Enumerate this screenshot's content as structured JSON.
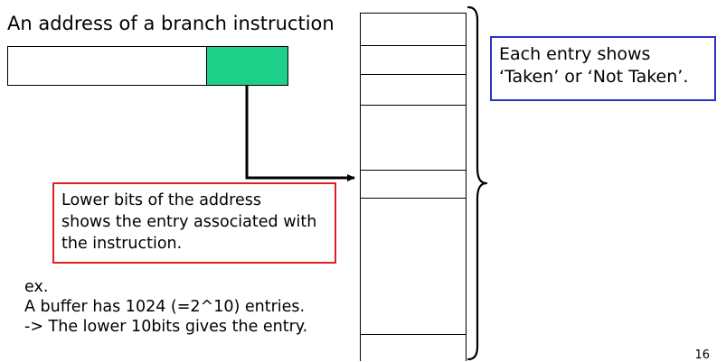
{
  "title": "An address of a branch instruction",
  "buffer_note": {
    "lines": [
      "Each entry shows",
      "‘Taken’ or ‘Not Taken’."
    ],
    "border_color": "#2a33c8"
  },
  "address_note": {
    "lines": [
      "Lower bits of the address",
      "shows the entry associated with",
      "the instruction."
    ],
    "border_color": "#e02020"
  },
  "example": {
    "lines": [
      "ex.",
      "A buffer has 1024 (=2^10) entries.",
      "-> The lower 10bits gives the entry."
    ]
  },
  "address_low_bits_color": "#1ecf8a",
  "page_number": "16"
}
